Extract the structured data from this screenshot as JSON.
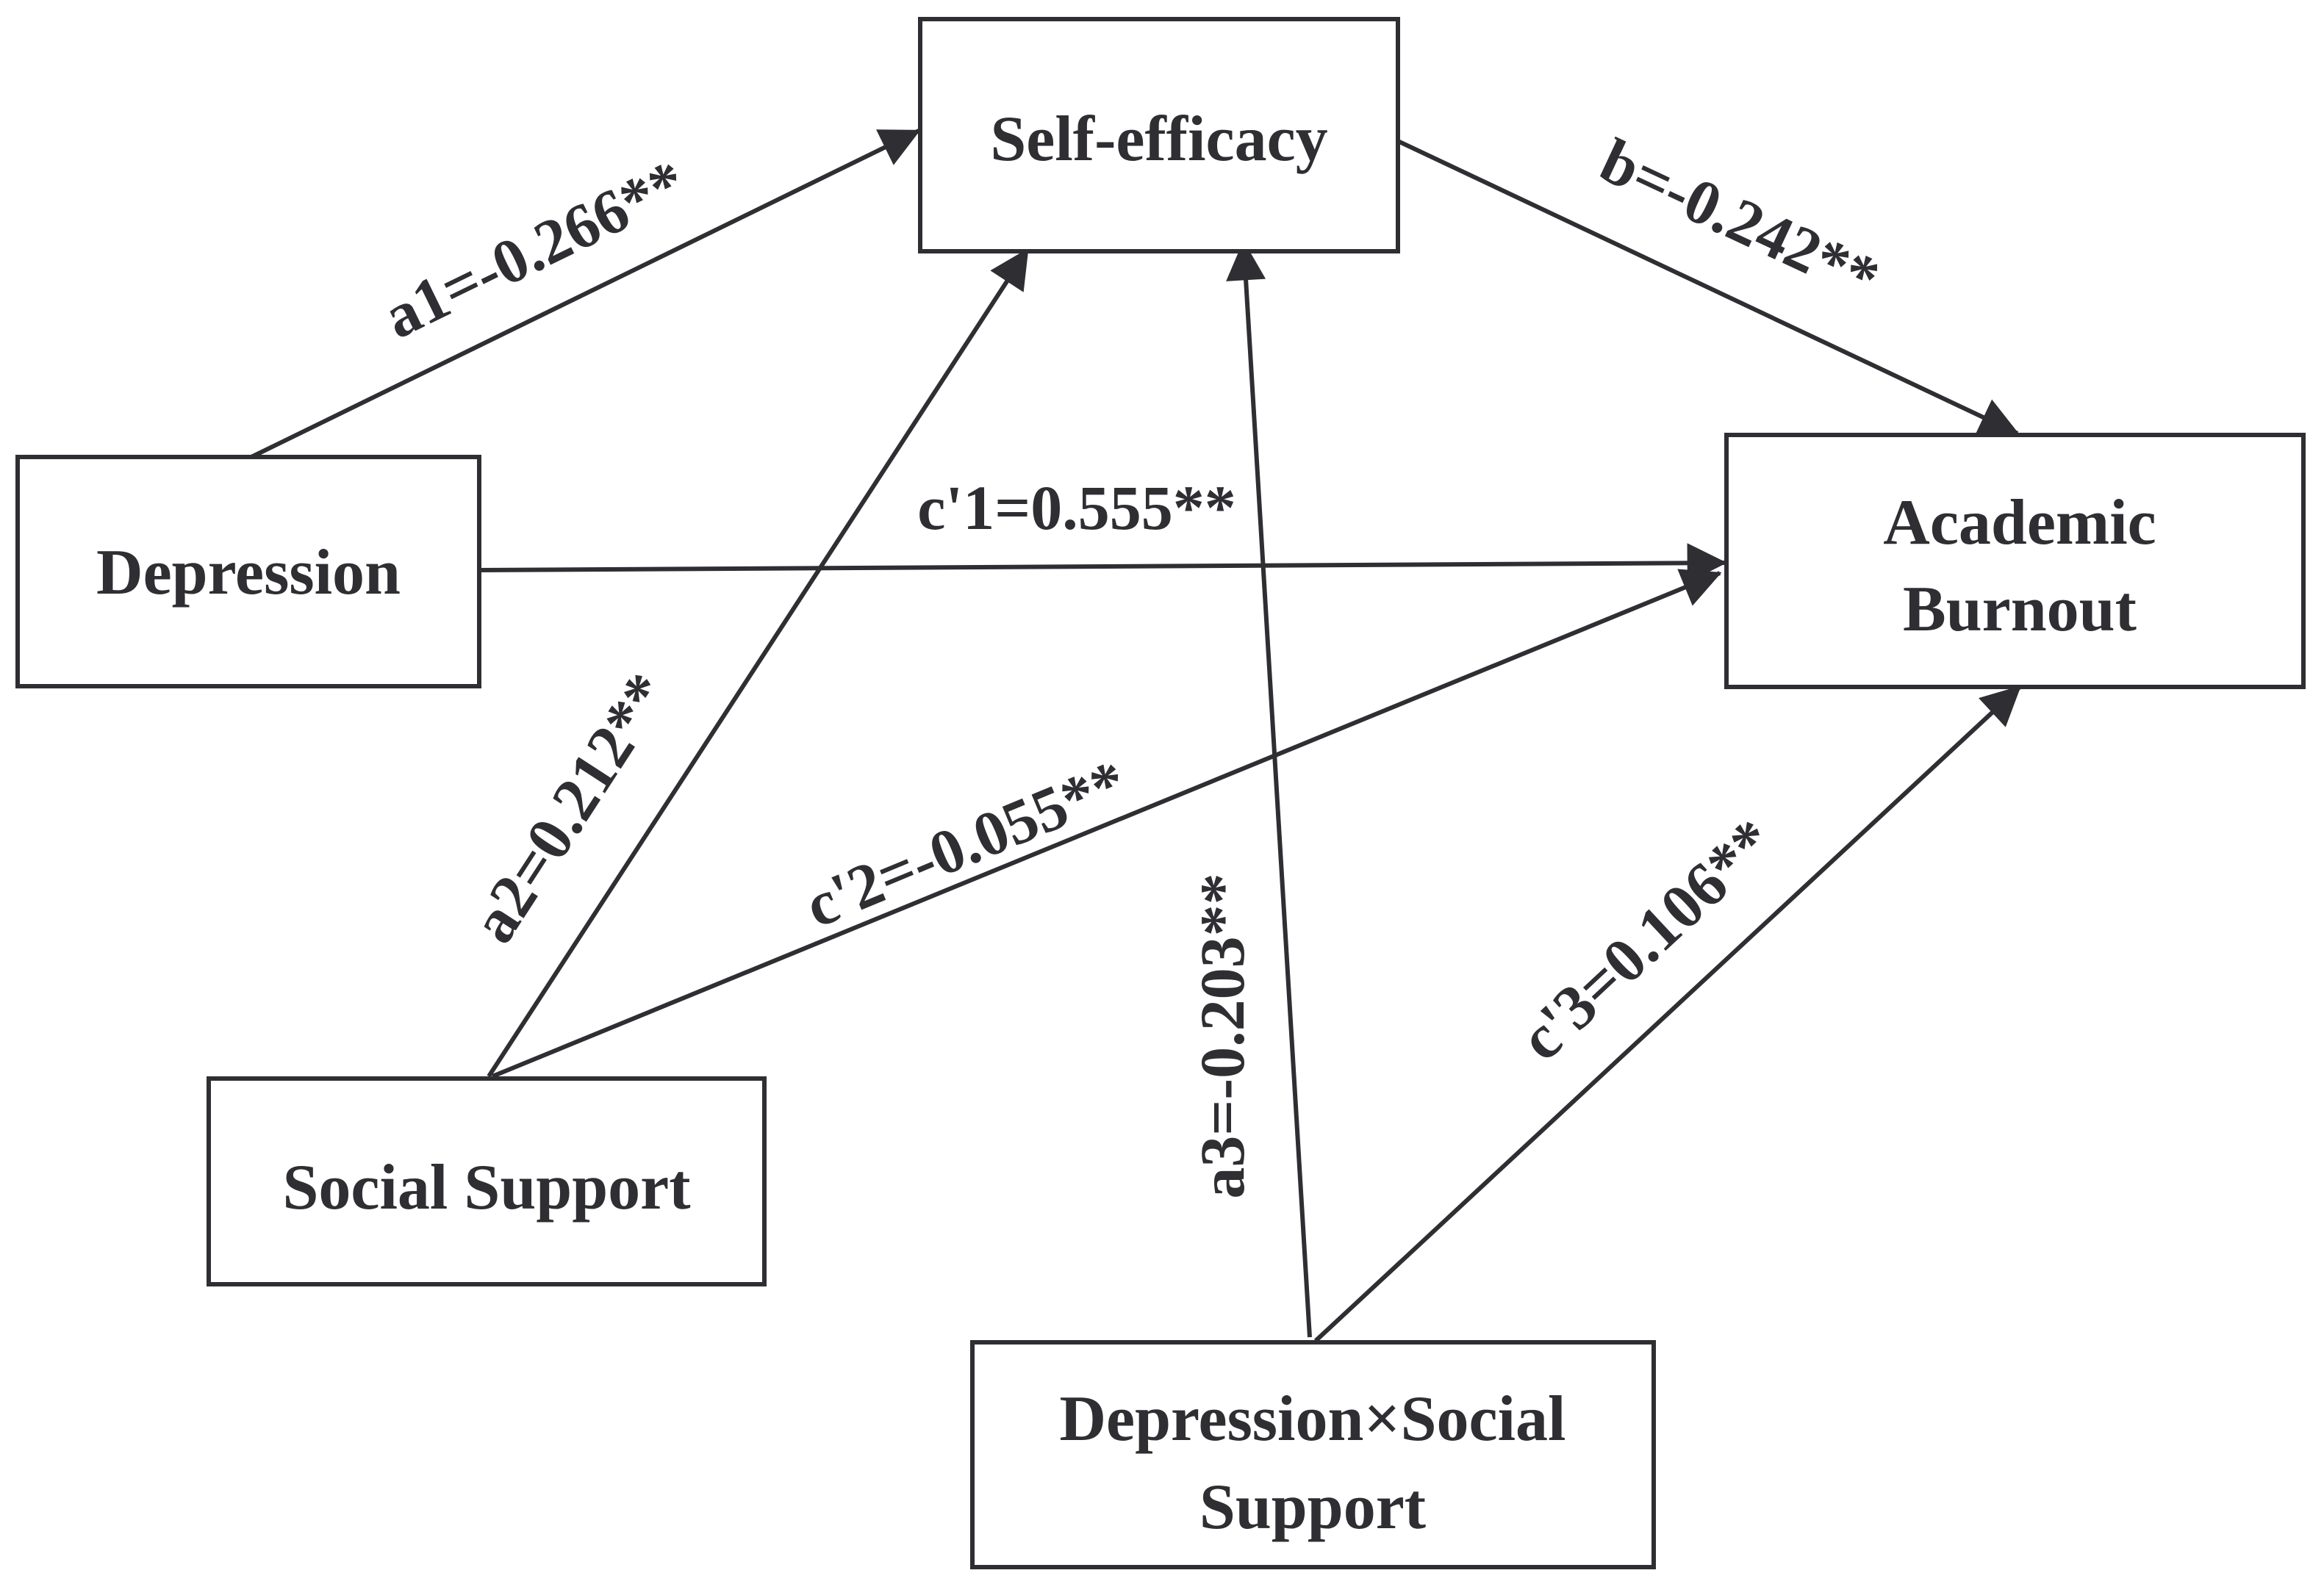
{
  "diagram": {
    "nodes": {
      "self_efficacy": {
        "lines": [
          "Self-efficacy"
        ]
      },
      "depression": {
        "lines": [
          "Depression"
        ]
      },
      "academic_burnout": {
        "lines": [
          "Academic",
          "Burnout"
        ]
      },
      "social_support": {
        "lines": [
          "Social Support"
        ]
      },
      "interaction": {
        "lines": [
          "Depression×Social",
          "Support"
        ]
      }
    },
    "edges": {
      "a1": {
        "from": "Depression",
        "to": "Self-efficacy",
        "label": "a1=-0.266**"
      },
      "b": {
        "from": "Self-efficacy",
        "to": "Academic Burnout",
        "label": "b=-0.242**"
      },
      "c1": {
        "from": "Depression",
        "to": "Academic Burnout",
        "label": "c'1=0.555**"
      },
      "a2": {
        "from": "Social Support",
        "to": "Self-efficacy",
        "label": "a2=0.212**"
      },
      "c2": {
        "from": "Social Support",
        "to": "Academic Burnout",
        "label": "c'2=-0.055**"
      },
      "a3": {
        "from": "Depression×Social Support",
        "to": "Self-efficacy",
        "label": "a3=-0.203**"
      },
      "c3": {
        "from": "Depression×Social Support",
        "to": "Academic Burnout",
        "label": "c'3=0.106**"
      }
    }
  }
}
